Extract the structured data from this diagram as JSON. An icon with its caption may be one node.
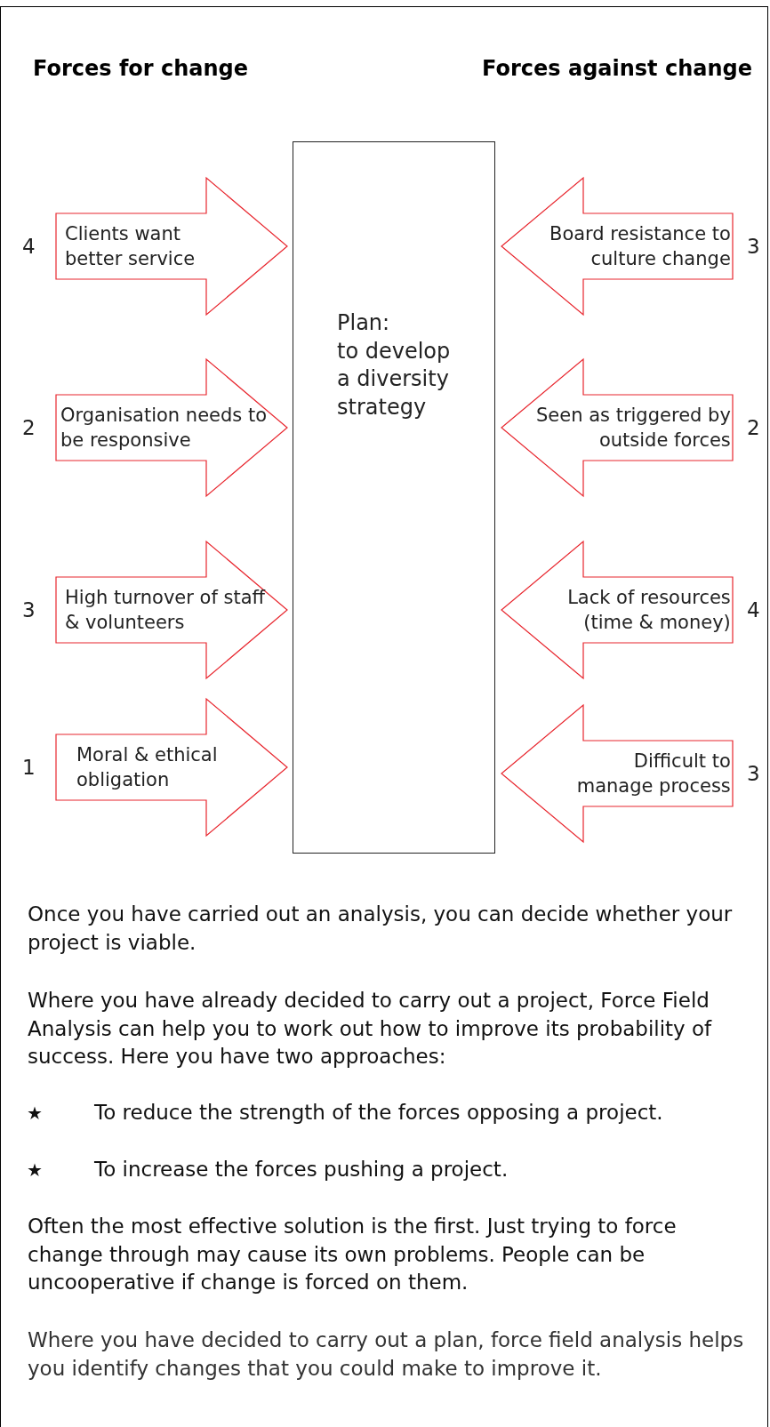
{
  "diagram": {
    "nodes": [
      {
        "text": [
          "Clients want better service"
        ],
        "beside": [
          "4"
        ]
      },
      {
        "text": [
          "Plan:",
          "to develop a diversity strategy"
        ]
      },
      {
        "text": [
          "Board resistance to culture change"
        ],
        "beside": [
          "3"
        ]
      },
      {
        "text": [
          "Organisation needs to be responsive"
        ],
        "beside": [
          "2"
        ]
      },
      {
        "text": [
          "Seen as triggered by outside forces"
        ],
        "beside": [
          "2"
        ]
      },
      {
        "text": [
          "High turnover of staff & volunteers"
        ],
        "beside": [
          "3"
        ]
      },
      {
        "text": [
          "Lack of resources (time & money)"
        ],
        "beside": [
          "4"
        ]
      },
      {
        "text": [
          "Moral & ethical obligation"
        ],
        "beside": [
          "1"
        ]
      },
      {
        "text": [
          "Difficult to manage process"
        ],
        "beside": [
          "3"
        ]
      }
    ],
    "labels": [
      "Forces for change",
      "Forces against change",
      "Once you have carried out an analysis, you can decide whether your project is viable.",
      "Where you have already decided to carry out a project, Force Field Analysis can help you to work out how to improve its probability of success. Here you have two approaches:",
      "To reduce the strength of the forces opposing a project.",
      "To increase the forces pushing a project.",
      "Often the most effective solution is the first. Just trying to force change through may cause its own problems. People can be uncooperative if change is forced on them.",
      "Where you have decided to carry out a plan, force field analysis helps you identify changes that you could make to improve it."
    ]
  }
}
